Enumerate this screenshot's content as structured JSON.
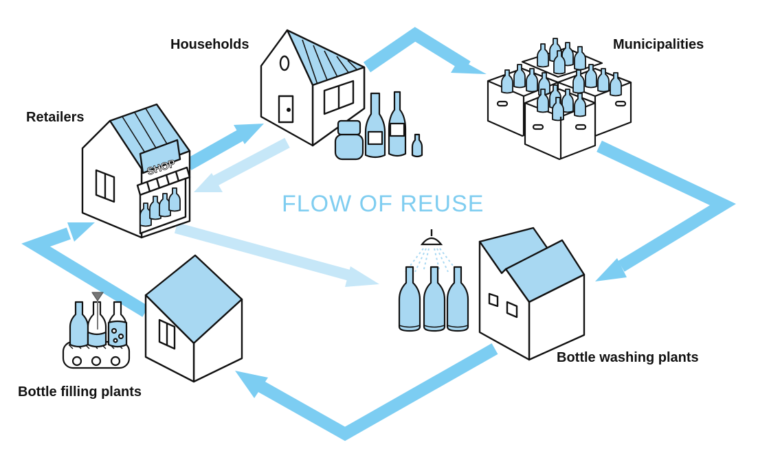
{
  "diagram": {
    "title": "FLOW OF REUSE",
    "nodes": [
      {
        "id": "households",
        "label": "Households"
      },
      {
        "id": "municipalities",
        "label": "Municipalities"
      },
      {
        "id": "retailers",
        "label": "Retailers"
      },
      {
        "id": "bottle_washing_plants",
        "label": "Bottle washing plants"
      },
      {
        "id": "bottle_filling_plants",
        "label": "Bottle filling plants"
      }
    ],
    "edges": [
      {
        "from": "households",
        "to": "municipalities"
      },
      {
        "from": "municipalities",
        "to": "bottle_washing_plants"
      },
      {
        "from": "bottle_washing_plants",
        "to": "bottle_filling_plants"
      },
      {
        "from": "bottle_filling_plants",
        "to": "retailers"
      },
      {
        "from": "retailers",
        "to": "households"
      },
      {
        "from": "households",
        "to": "retailers"
      },
      {
        "from": "retailers",
        "to": "bottle_washing_plants"
      }
    ],
    "shop_sign": "SHOP"
  },
  "colors": {
    "flow_arrow": "#7ccdf2",
    "flow_arrow_light": "#c6e7f8",
    "fill": "#a8d8f2",
    "title": "#7fcdf0",
    "outline": "#111111"
  }
}
